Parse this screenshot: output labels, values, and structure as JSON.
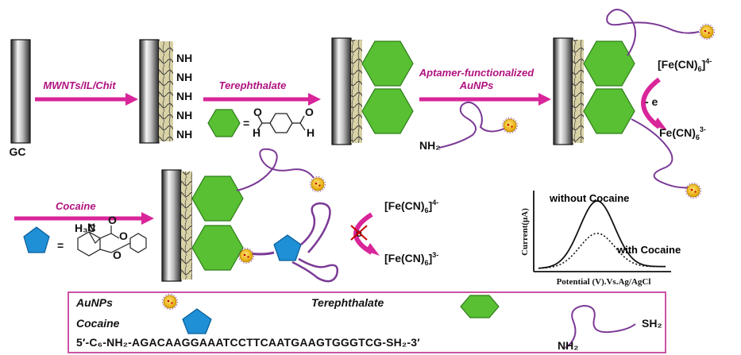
{
  "labels": {
    "gc": "GC",
    "step1": "MWNTs/IL/Chit",
    "step2": "Terephthalate",
    "step3_line1": "Aptamer-functionalized",
    "step3_line2": "AuNPs",
    "step4": "Cocaine",
    "nh2": "NH",
    "nh2_sub": "2",
    "minus_e": "- e",
    "fe_ox_top": "[Fe(CN)",
    "fe_ox_sub": "6",
    "fe_ox_sup": "4-",
    "fe_red_top": "Fe(CN)",
    "fe_red_sub": "6",
    "fe_red_sup": "3-",
    "fe_ox_bottom": "[Fe(CN)",
    "fe_red_bottom": "[Fe(CN)",
    "e_crossed": "e",
    "equals": "=",
    "chem_h": "H",
    "chem_o": "O",
    "chem_n": "N",
    "chem_ch3": "H₃C",
    "aunp_mark": "Au"
  },
  "chart": {
    "ylabel": "Current(μA)",
    "xlabel": "Potential (V).Vs.Ag/AgCl",
    "series_without": "without Cocaine",
    "series_with": "with Cocaine"
  },
  "chart_data": {
    "type": "line",
    "title": "",
    "xlabel": "Potential (V).Vs.Ag/AgCl",
    "ylabel": "Current(μA)",
    "series": [
      {
        "name": "without Cocaine",
        "peak": 1.0,
        "style": "solid"
      },
      {
        "name": "with Cocaine",
        "peak": 0.52,
        "style": "dotted"
      }
    ]
  },
  "legend": {
    "aunps": "AuNPs",
    "terephthalate": "Terephthalate",
    "cocaine": "Cocaine",
    "sequence": "5′-C₆-NH₂-AGACAAGGAAATCCTTCAATGAAGTGGGTCG-SH₂-3′",
    "sh2": "SH₂",
    "nh2": "NH₂"
  },
  "colors": {
    "arrow": "#d9259a",
    "hexagon": "#58c032",
    "hexagon_stroke": "#2f7d1b",
    "pentagon": "#1f8fd6",
    "aptamer": "#7b3a96",
    "aunp": "#f2b705",
    "box": "#c4419a"
  }
}
